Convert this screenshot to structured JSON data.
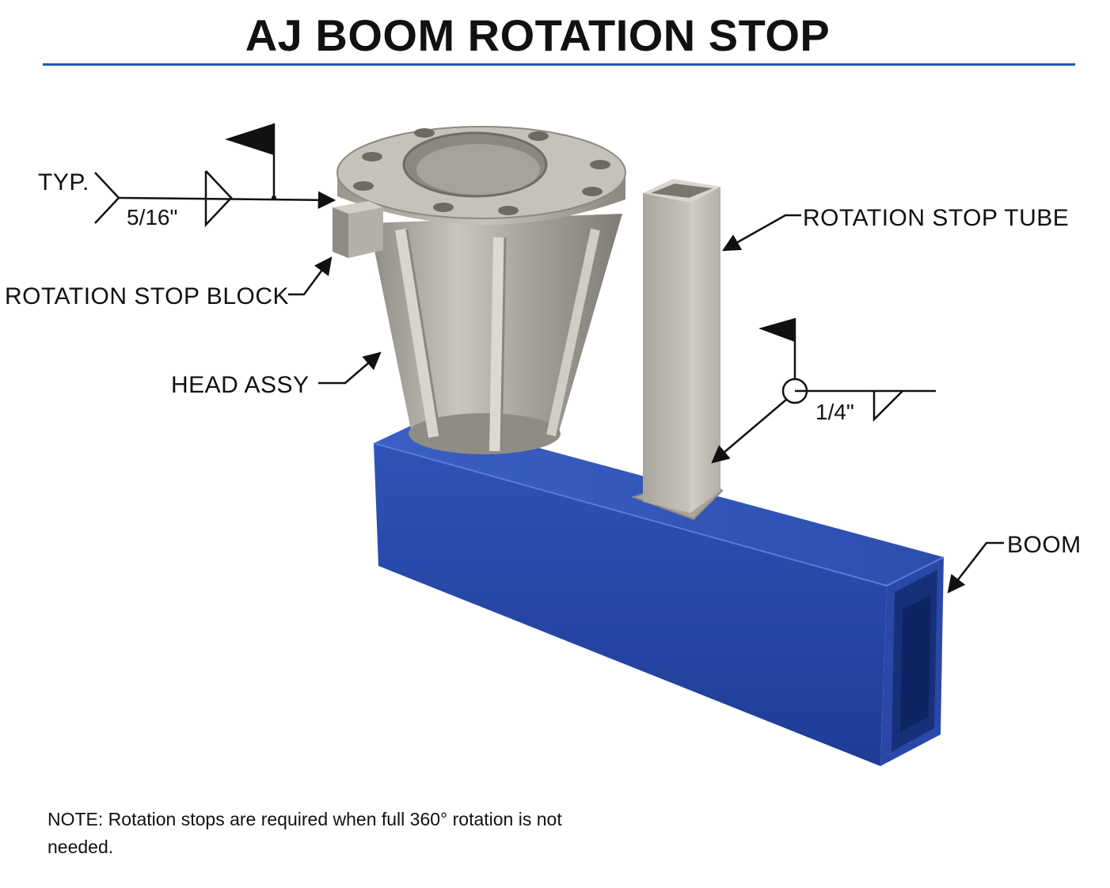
{
  "title": "AJ BOOM ROTATION STOP",
  "callouts": {
    "typ": "TYP.",
    "weld_top_size": "5/16\"",
    "rotation_stop_block": "ROTATION STOP BLOCK",
    "head_assy": "HEAD ASSY",
    "rotation_stop_tube": "ROTATION STOP TUBE",
    "weld_tube_size": "1/4\"",
    "boom": "BOOM"
  },
  "note": "NOTE:  Rotation stops are required when full 360° rotation is not needed.",
  "colors": {
    "accent_rule": "#1f56b8",
    "boom_blue": "#2a48a8",
    "steel": "#b5b2ab"
  }
}
